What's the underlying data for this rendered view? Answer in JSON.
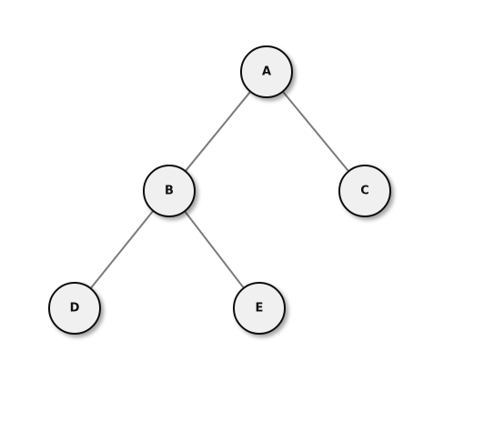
{
  "tree": {
    "nodes": [
      {
        "id": "A",
        "label": "A"
      },
      {
        "id": "B",
        "label": "B"
      },
      {
        "id": "C",
        "label": "C"
      },
      {
        "id": "D",
        "label": "D"
      },
      {
        "id": "E",
        "label": "E"
      }
    ],
    "edges": [
      {
        "from": "A",
        "to": "B"
      },
      {
        "from": "A",
        "to": "C"
      },
      {
        "from": "B",
        "to": "D"
      },
      {
        "from": "B",
        "to": "E"
      }
    ]
  },
  "colors": {
    "node_fill": "#f0f0f0",
    "node_stroke": "#111111",
    "edge": "#7a7a7a",
    "background": "#ffffff"
  }
}
